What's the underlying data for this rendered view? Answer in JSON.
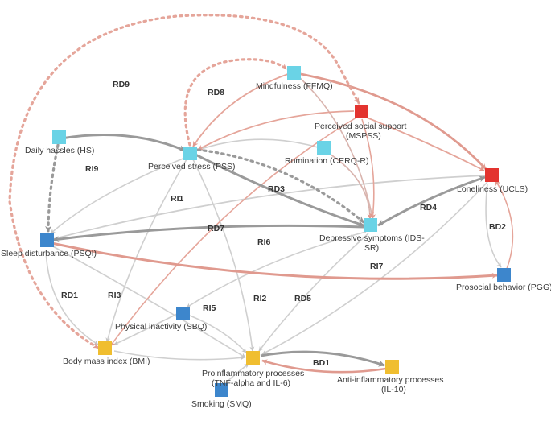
{
  "colors": {
    "cyan": "#6ad3e6",
    "red": "#e3342f",
    "blue": "#3d86cc",
    "yellow": "#f0be30",
    "edge_light": "#cccccc",
    "edge_dark": "#9a9a9a",
    "edge_pink": "#e5a59a",
    "edge_pink_dark": "#d98b80"
  },
  "nodes": {
    "ffmq": {
      "label": "Mindfulness (FFMQ)",
      "color": "cyan"
    },
    "mspss": {
      "label1": "Perceived social support",
      "label2": "(MSPSS)",
      "color": "red"
    },
    "hs": {
      "label": "Daily hassles (HS)",
      "color": "cyan"
    },
    "pss": {
      "label": "Perceived stress (PSS)",
      "color": "cyan"
    },
    "cerq": {
      "label": "Rumination (CERQ-R)",
      "color": "cyan"
    },
    "ucls": {
      "label": "Loneliness (UCLS)",
      "color": "red"
    },
    "ids": {
      "label1": "Depressive symptoms (IDS-",
      "label2": "SR)",
      "color": "cyan"
    },
    "psqi": {
      "label": "Sleep disturbance (PSQI)",
      "color": "blue"
    },
    "pgg": {
      "label": "Prosocial behavior (PGG)",
      "color": "blue"
    },
    "sbq": {
      "label": "Physical inactivity (SBQ)",
      "color": "blue"
    },
    "bmi": {
      "label": "Body mass index (BMI)",
      "color": "yellow"
    },
    "tnf": {
      "label1": "Proinflammatory processes",
      "label2": "(TNF-alpha and IL-6)",
      "color": "yellow"
    },
    "il10": {
      "label1": "Anti-inflammatory processes",
      "label2": "(IL-10)",
      "color": "yellow"
    },
    "smq": {
      "label": "Smoking (SMQ)",
      "color": "blue"
    }
  },
  "edge_labels": {
    "rd9": "RD9",
    "rd8": "RD8",
    "ri9": "RI9",
    "ri1": "RI1",
    "rd3": "RD3",
    "rd4": "RD4",
    "rd7": "RD7",
    "ri6": "RI6",
    "bd2": "BD2",
    "ri7": "RI7",
    "rd1": "RD1",
    "ri3": "RI3",
    "ri5": "RI5",
    "ri2": "RI2",
    "rd5": "RD5",
    "bd1": "BD1"
  }
}
